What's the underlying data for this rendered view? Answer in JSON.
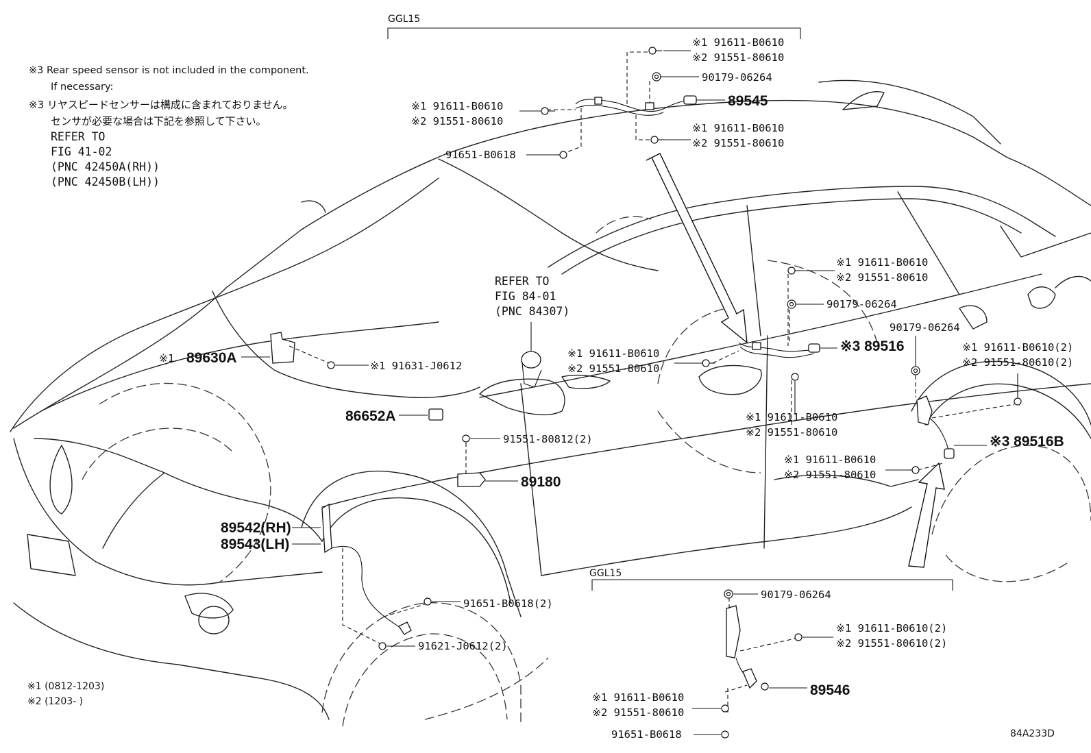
{
  "diagram_id": "84A233D",
  "group_label": "GGL15",
  "notes": {
    "n3_en": "※3 Rear speed sensor is not included in the component.",
    "n3_en2": "If necessary:",
    "n3_jp": "※3 リヤスピードセンサーは構成に含まれておりません。",
    "n3_jp2": "センサが必要な場合は下記を参照して下さい。",
    "refer1": "REFER TO",
    "refer2": "FIG 41-02",
    "refer3": "(PNC 42450A(RH))",
    "refer4": "(PNC 42450B(LH))",
    "ref_b1": "REFER TO",
    "ref_b2": "FIG 84-01",
    "ref_b3": "(PNC 84307)",
    "foot1": "※1 (0812-1203)",
    "foot2": "※2 (1203-        )"
  },
  "labels": {
    "t1": "※1 91611-B0610",
    "t2": "※2 91551-80610",
    "t3": "90179-06264",
    "t4": "89545",
    "t5": "※1 91611-B0610",
    "t6": "※2 91551-80610",
    "t7": "※1 91611-B0610",
    "t8": "※2 91551-80610",
    "t9": "91651-B0618",
    "m1": "※1 91611-B0610",
    "m2": "※2 91551-80610",
    "m3": "90179-06264",
    "m4": "90179-06264",
    "m5": "※1 91611-B0610(2)",
    "m6": "※2 91551-80610(2)",
    "m7": "※1 91611-B0610",
    "m8": "※2 91551-80610",
    "m9": "※3 89516",
    "m10": "※1 91611-B0610",
    "m11": "※2 91551-80610",
    "m12": "※3 89516B",
    "m13": "※1 91611-B0610",
    "m14": "※2 91551-80610",
    "f1": "※1",
    "f1b": "89630A",
    "f2": "※1  91631-J0612",
    "f3": "86652A",
    "f4": "91551-80812(2)",
    "f5": "89180",
    "f6": "89542(RH)",
    "f7": "89543(LH)",
    "f8": "91651-B0618(2)",
    "f9": "91621-J0612(2)",
    "b1": "90179-06264",
    "b2": "※1 91611-B0610(2)",
    "b3": "※2 91551-80610(2)",
    "b4": "89546",
    "b5": "※1 91611-B0610",
    "b6": "※2 91551-80610",
    "b7": "91651-B0618"
  }
}
